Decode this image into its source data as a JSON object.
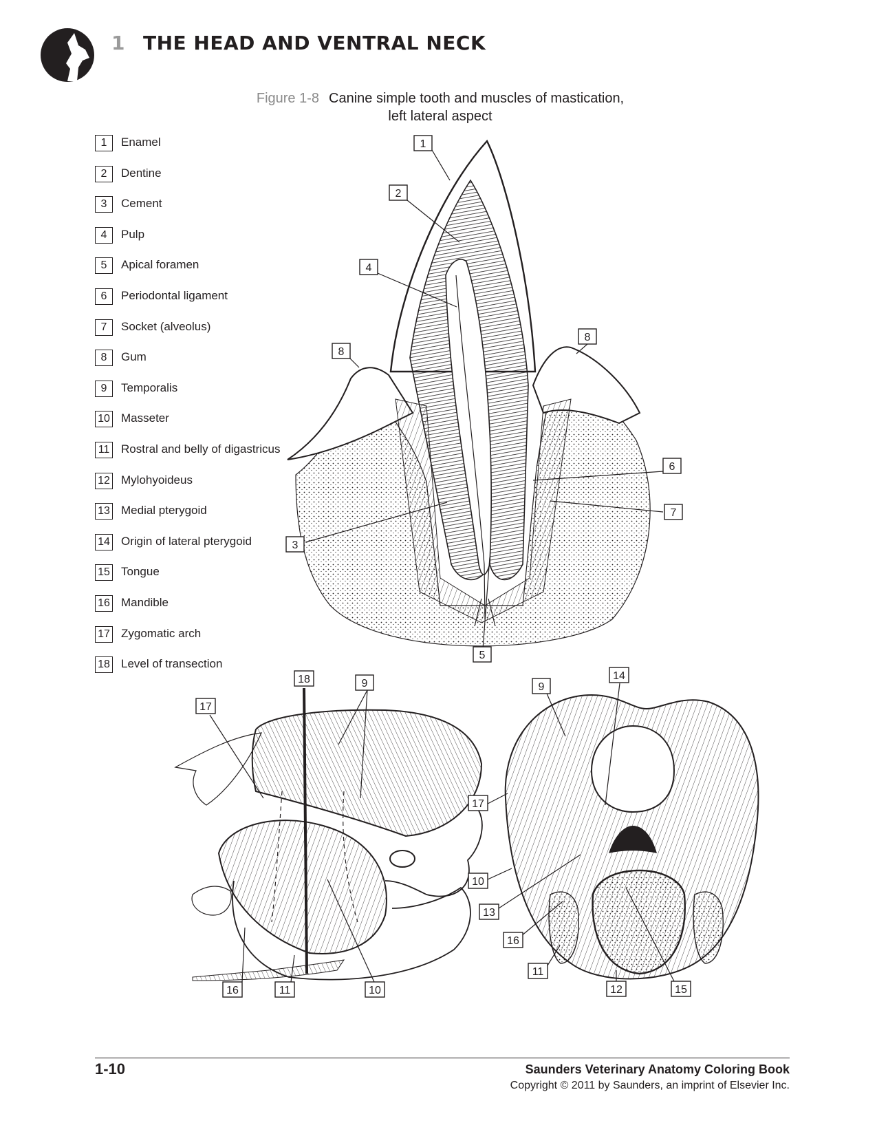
{
  "header": {
    "chapter_number": "1",
    "chapter_title": "THE HEAD AND VENTRAL NECK"
  },
  "figure": {
    "label": "Figure 1-8",
    "caption_line1": "Canine simple tooth and muscles of mastication,",
    "caption_line2": "left lateral aspect"
  },
  "legend": [
    {
      "num": "1",
      "label": "Enamel"
    },
    {
      "num": "2",
      "label": "Dentine"
    },
    {
      "num": "3",
      "label": "Cement"
    },
    {
      "num": "4",
      "label": "Pulp"
    },
    {
      "num": "5",
      "label": "Apical foramen"
    },
    {
      "num": "6",
      "label": "Periodontal ligament"
    },
    {
      "num": "7",
      "label": "Socket (alveolus)"
    },
    {
      "num": "8",
      "label": "Gum"
    },
    {
      "num": "9",
      "label": "Temporalis"
    },
    {
      "num": "10",
      "label": "Masseter"
    },
    {
      "num": "11",
      "label": "Rostral and belly of digastricus"
    },
    {
      "num": "12",
      "label": "Mylohyoideus"
    },
    {
      "num": "13",
      "label": "Medial pterygoid"
    },
    {
      "num": "14",
      "label": "Origin of lateral pterygoid"
    },
    {
      "num": "15",
      "label": "Tongue"
    },
    {
      "num": "16",
      "label": "Mandible"
    },
    {
      "num": "17",
      "label": "Zygomatic arch"
    },
    {
      "num": "18",
      "label": "Level of transection"
    }
  ],
  "tooth_callouts": [
    "1",
    "2",
    "4",
    "8",
    "8",
    "6",
    "7",
    "3",
    "5"
  ],
  "lateral_callouts": [
    "18",
    "9",
    "17",
    "16",
    "11",
    "10"
  ],
  "section_callouts": [
    "9",
    "14",
    "17",
    "10",
    "13",
    "16",
    "11",
    "12",
    "15"
  ],
  "footer": {
    "page_number": "1-10",
    "book_title": "Saunders Veterinary Anatomy Coloring Book",
    "copyright": "Copyright © 2011 by Saunders, an imprint of Elsevier Inc."
  }
}
